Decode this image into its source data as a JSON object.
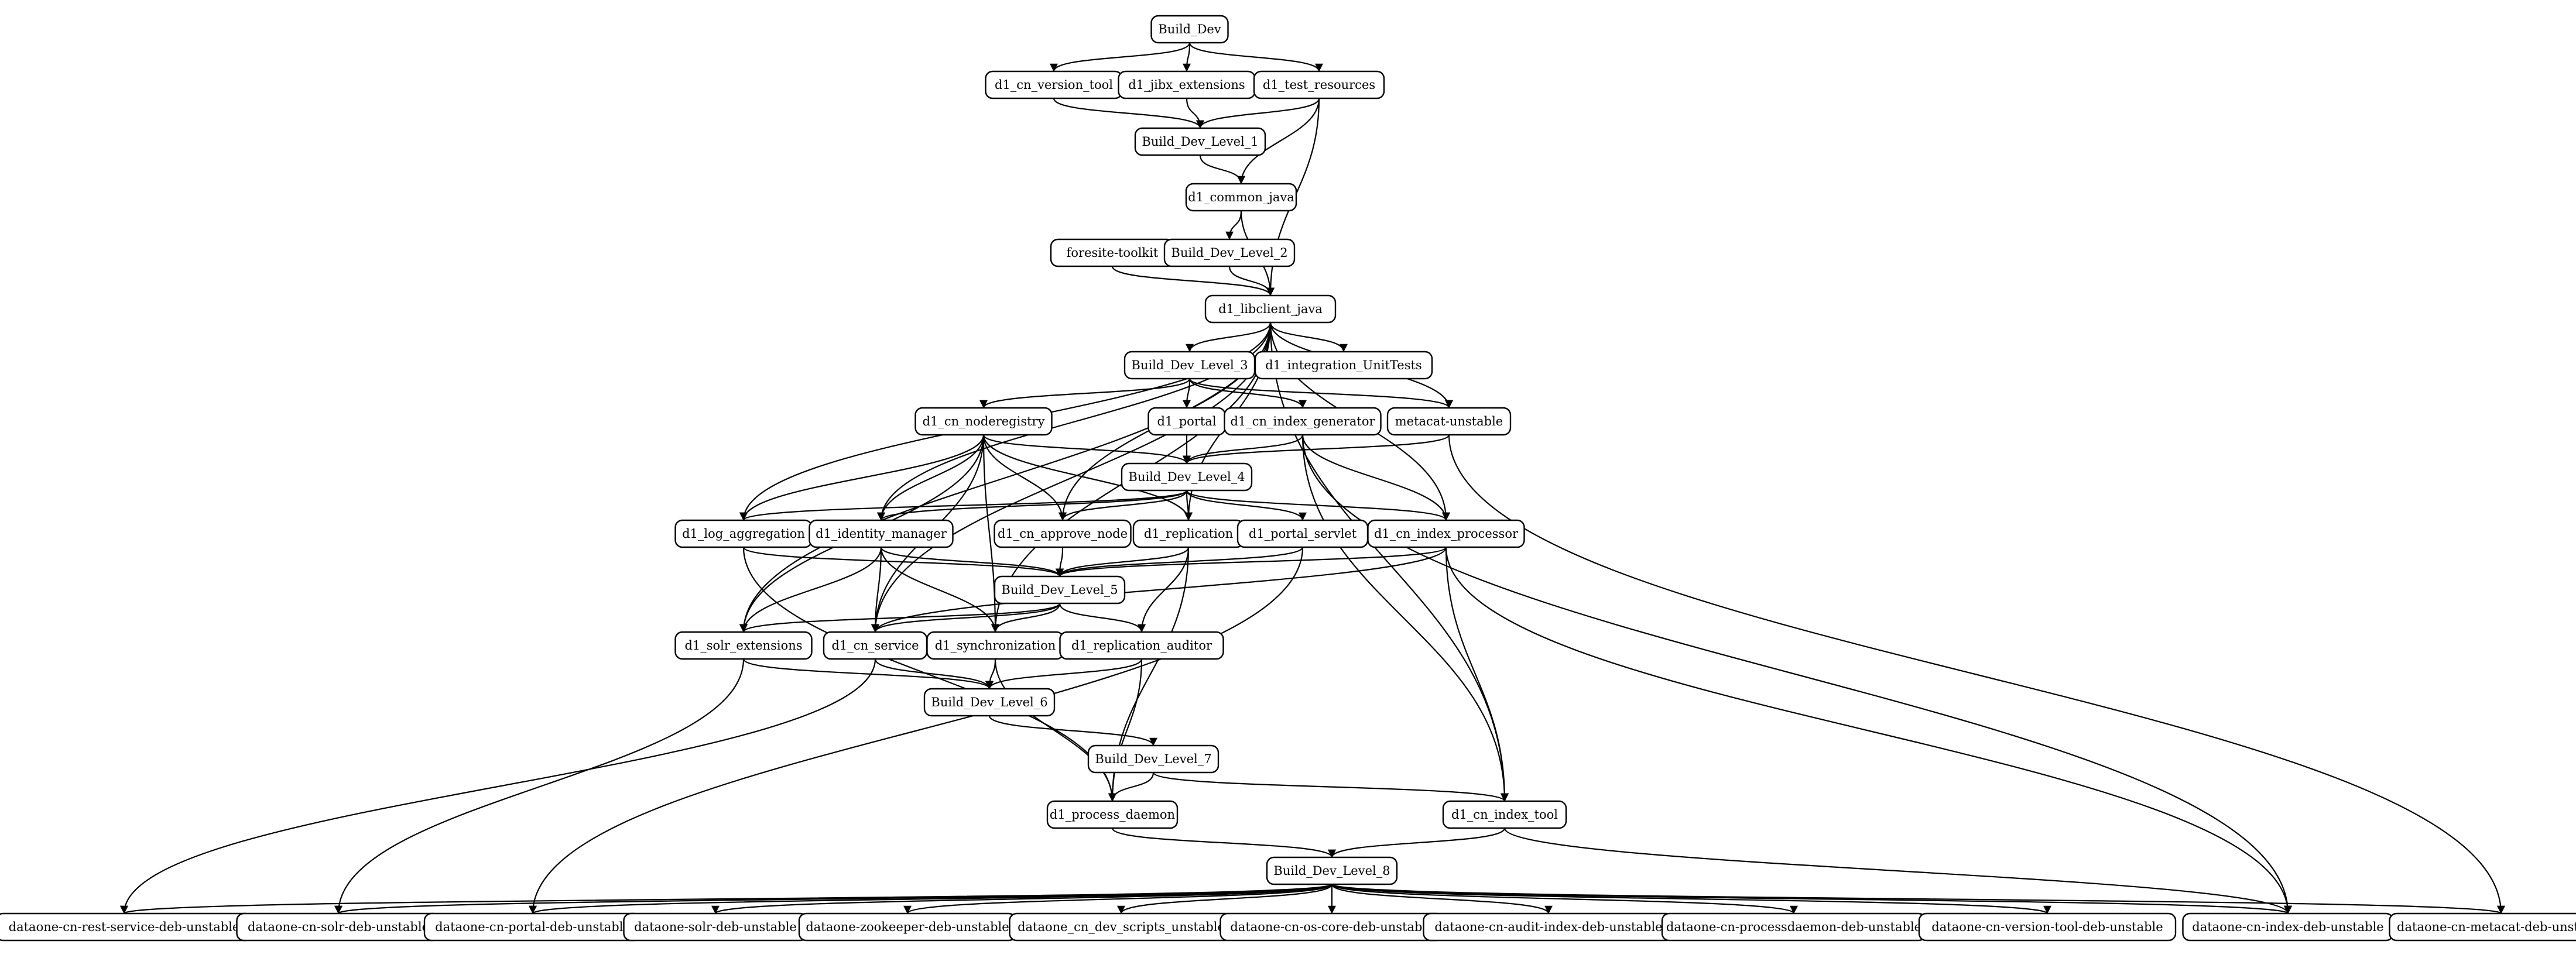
{
  "colors": {
    "background": "#ffffff",
    "stroke": "#000000",
    "text": "#000000"
  },
  "nodes": [
    {
      "id": "Build_Dev",
      "label": "Build_Dev"
    },
    {
      "id": "d1_cn_version_tool",
      "label": "d1_cn_version_tool"
    },
    {
      "id": "d1_jibx_extensions",
      "label": "d1_jibx_extensions"
    },
    {
      "id": "d1_test_resources",
      "label": "d1_test_resources"
    },
    {
      "id": "Build_Dev_Level_1",
      "label": "Build_Dev_Level_1"
    },
    {
      "id": "d1_common_java",
      "label": "d1_common_java"
    },
    {
      "id": "foresite-toolkit",
      "label": "foresite-toolkit"
    },
    {
      "id": "Build_Dev_Level_2",
      "label": "Build_Dev_Level_2"
    },
    {
      "id": "d1_libclient_java",
      "label": "d1_libclient_java"
    },
    {
      "id": "Build_Dev_Level_3",
      "label": "Build_Dev_Level_3"
    },
    {
      "id": "d1_integration_UnitTests",
      "label": "d1_integration_UnitTests"
    },
    {
      "id": "d1_cn_noderegistry",
      "label": "d1_cn_noderegistry"
    },
    {
      "id": "d1_portal",
      "label": "d1_portal"
    },
    {
      "id": "d1_cn_index_generator",
      "label": "d1_cn_index_generator"
    },
    {
      "id": "metacat-unstable",
      "label": "metacat-unstable"
    },
    {
      "id": "Build_Dev_Level_4",
      "label": "Build_Dev_Level_4"
    },
    {
      "id": "d1_log_aggregation",
      "label": "d1_log_aggregation"
    },
    {
      "id": "d1_identity_manager",
      "label": "d1_identity_manager"
    },
    {
      "id": "d1_cn_approve_node",
      "label": "d1_cn_approve_node"
    },
    {
      "id": "d1_replication",
      "label": "d1_replication"
    },
    {
      "id": "d1_portal_servlet",
      "label": "d1_portal_servlet"
    },
    {
      "id": "d1_cn_index_processor",
      "label": "d1_cn_index_processor"
    },
    {
      "id": "Build_Dev_Level_5",
      "label": "Build_Dev_Level_5"
    },
    {
      "id": "d1_solr_extensions",
      "label": "d1_solr_extensions"
    },
    {
      "id": "d1_cn_service",
      "label": "d1_cn_service"
    },
    {
      "id": "d1_synchronization",
      "label": "d1_synchronization"
    },
    {
      "id": "d1_replication_auditor",
      "label": "d1_replication_auditor"
    },
    {
      "id": "Build_Dev_Level_6",
      "label": "Build_Dev_Level_6"
    },
    {
      "id": "Build_Dev_Level_7",
      "label": "Build_Dev_Level_7"
    },
    {
      "id": "d1_process_daemon",
      "label": "d1_process_daemon"
    },
    {
      "id": "d1_cn_index_tool",
      "label": "d1_cn_index_tool"
    },
    {
      "id": "Build_Dev_Level_8",
      "label": "Build_Dev_Level_8"
    },
    {
      "id": "dataone-cn-rest-service-deb-unstable",
      "label": "dataone-cn-rest-service-deb-unstable"
    },
    {
      "id": "dataone-cn-solr-deb-unstable",
      "label": "dataone-cn-solr-deb-unstable"
    },
    {
      "id": "dataone-cn-portal-deb-unstable",
      "label": "dataone-cn-portal-deb-unstable"
    },
    {
      "id": "dataone-solr-deb-unstable",
      "label": "dataone-solr-deb-unstable"
    },
    {
      "id": "dataone-zookeeper-deb-unstable",
      "label": "dataone-zookeeper-deb-unstable"
    },
    {
      "id": "dataone_cn_dev_scripts_unstable",
      "label": "dataone_cn_dev_scripts_unstable"
    },
    {
      "id": "dataone-cn-os-core-deb-unstable",
      "label": "dataone-cn-os-core-deb-unstable"
    },
    {
      "id": "dataone-cn-audit-index-deb-unstable",
      "label": "dataone-cn-audit-index-deb-unstable"
    },
    {
      "id": "dataone-cn-processdaemon-deb-unstable",
      "label": "dataone-cn-processdaemon-deb-unstable"
    },
    {
      "id": "dataone-cn-version-tool-deb-unstable",
      "label": "dataone-cn-version-tool-deb-unstable"
    },
    {
      "id": "dataone-cn-index-deb-unstable",
      "label": "dataone-cn-index-deb-unstable"
    },
    {
      "id": "dataone-cn-metacat-deb-unstable",
      "label": "dataone-cn-metacat-deb-unstable"
    }
  ],
  "edges": [
    [
      "Build_Dev",
      "d1_cn_version_tool"
    ],
    [
      "Build_Dev",
      "d1_jibx_extensions"
    ],
    [
      "Build_Dev",
      "d1_test_resources"
    ],
    [
      "d1_cn_version_tool",
      "Build_Dev_Level_1"
    ],
    [
      "d1_jibx_extensions",
      "Build_Dev_Level_1"
    ],
    [
      "d1_test_resources",
      "Build_Dev_Level_1"
    ],
    [
      "d1_test_resources",
      "d1_common_java"
    ],
    [
      "d1_test_resources",
      "d1_libclient_java"
    ],
    [
      "Build_Dev_Level_1",
      "d1_common_java"
    ],
    [
      "d1_common_java",
      "Build_Dev_Level_2"
    ],
    [
      "d1_common_java",
      "d1_libclient_java"
    ],
    [
      "foresite-toolkit",
      "d1_libclient_java"
    ],
    [
      "Build_Dev_Level_2",
      "d1_libclient_java"
    ],
    [
      "d1_libclient_java",
      "Build_Dev_Level_3"
    ],
    [
      "d1_libclient_java",
      "d1_integration_UnitTests"
    ],
    [
      "d1_libclient_java",
      "metacat-unstable"
    ],
    [
      "d1_libclient_java",
      "d1_log_aggregation"
    ],
    [
      "d1_libclient_java",
      "d1_identity_manager"
    ],
    [
      "d1_libclient_java",
      "d1_cn_approve_node"
    ],
    [
      "d1_libclient_java",
      "d1_replication"
    ],
    [
      "d1_libclient_java",
      "d1_cn_index_processor"
    ],
    [
      "d1_libclient_java",
      "d1_solr_extensions"
    ],
    [
      "d1_libclient_java",
      "d1_cn_service"
    ],
    [
      "d1_libclient_java",
      "d1_synchronization"
    ],
    [
      "d1_libclient_java",
      "d1_cn_index_tool"
    ],
    [
      "Build_Dev_Level_3",
      "d1_cn_noderegistry"
    ],
    [
      "Build_Dev_Level_3",
      "d1_portal"
    ],
    [
      "Build_Dev_Level_3",
      "d1_cn_index_generator"
    ],
    [
      "Build_Dev_Level_3",
      "metacat-unstable"
    ],
    [
      "d1_cn_noderegistry",
      "Build_Dev_Level_4"
    ],
    [
      "d1_cn_noderegistry",
      "d1_log_aggregation"
    ],
    [
      "d1_cn_noderegistry",
      "d1_identity_manager"
    ],
    [
      "d1_cn_noderegistry",
      "d1_cn_approve_node"
    ],
    [
      "d1_cn_noderegistry",
      "d1_replication"
    ],
    [
      "d1_cn_noderegistry",
      "d1_solr_extensions"
    ],
    [
      "d1_cn_noderegistry",
      "d1_cn_service"
    ],
    [
      "d1_cn_noderegistry",
      "d1_synchronization"
    ],
    [
      "d1_portal",
      "Build_Dev_Level_4"
    ],
    [
      "d1_cn_index_generator",
      "Build_Dev_Level_4"
    ],
    [
      "d1_cn_index_generator",
      "d1_cn_index_processor"
    ],
    [
      "d1_cn_index_generator",
      "d1_cn_index_tool"
    ],
    [
      "d1_cn_index_generator",
      "dataone-cn-index-deb-unstable"
    ],
    [
      "metacat-unstable",
      "Build_Dev_Level_4"
    ],
    [
      "metacat-unstable",
      "dataone-cn-metacat-deb-unstable"
    ],
    [
      "Build_Dev_Level_4",
      "d1_log_aggregation"
    ],
    [
      "Build_Dev_Level_4",
      "d1_identity_manager"
    ],
    [
      "Build_Dev_Level_4",
      "d1_cn_approve_node"
    ],
    [
      "Build_Dev_Level_4",
      "d1_replication"
    ],
    [
      "Build_Dev_Level_4",
      "d1_portal_servlet"
    ],
    [
      "Build_Dev_Level_4",
      "d1_cn_index_processor"
    ],
    [
      "d1_log_aggregation",
      "Build_Dev_Level_5"
    ],
    [
      "d1_log_aggregation",
      "d1_process_daemon"
    ],
    [
      "d1_identity_manager",
      "Build_Dev_Level_5"
    ],
    [
      "d1_identity_manager",
      "d1_solr_extensions"
    ],
    [
      "d1_identity_manager",
      "d1_cn_service"
    ],
    [
      "d1_identity_manager",
      "d1_synchronization"
    ],
    [
      "d1_cn_approve_node",
      "Build_Dev_Level_5"
    ],
    [
      "d1_replication",
      "Build_Dev_Level_5"
    ],
    [
      "d1_replication",
      "d1_replication_auditor"
    ],
    [
      "d1_replication",
      "d1_process_daemon"
    ],
    [
      "d1_portal_servlet",
      "Build_Dev_Level_5"
    ],
    [
      "d1_portal_servlet",
      "dataone-cn-portal-deb-unstable"
    ],
    [
      "d1_cn_index_processor",
      "Build_Dev_Level_5"
    ],
    [
      "d1_cn_index_processor",
      "d1_cn_service"
    ],
    [
      "d1_cn_index_processor",
      "d1_cn_index_tool"
    ],
    [
      "d1_cn_index_processor",
      "dataone-cn-index-deb-unstable"
    ],
    [
      "Build_Dev_Level_5",
      "d1_solr_extensions"
    ],
    [
      "Build_Dev_Level_5",
      "d1_cn_service"
    ],
    [
      "Build_Dev_Level_5",
      "d1_synchronization"
    ],
    [
      "Build_Dev_Level_5",
      "d1_replication_auditor"
    ],
    [
      "d1_solr_extensions",
      "Build_Dev_Level_6"
    ],
    [
      "d1_solr_extensions",
      "dataone-cn-solr-deb-unstable"
    ],
    [
      "d1_cn_service",
      "Build_Dev_Level_6"
    ],
    [
      "d1_cn_service",
      "dataone-cn-rest-service-deb-unstable"
    ],
    [
      "d1_synchronization",
      "Build_Dev_Level_6"
    ],
    [
      "d1_synchronization",
      "d1_process_daemon"
    ],
    [
      "d1_replication_auditor",
      "Build_Dev_Level_6"
    ],
    [
      "d1_replication_auditor",
      "d1_process_daemon"
    ],
    [
      "Build_Dev_Level_6",
      "Build_Dev_Level_7"
    ],
    [
      "Build_Dev_Level_7",
      "d1_process_daemon"
    ],
    [
      "Build_Dev_Level_7",
      "d1_cn_index_tool"
    ],
    [
      "d1_process_daemon",
      "Build_Dev_Level_8"
    ],
    [
      "d1_cn_index_tool",
      "Build_Dev_Level_8"
    ],
    [
      "d1_cn_index_tool",
      "dataone-cn-index-deb-unstable"
    ],
    [
      "Build_Dev_Level_8",
      "dataone-cn-rest-service-deb-unstable"
    ],
    [
      "Build_Dev_Level_8",
      "dataone-cn-solr-deb-unstable"
    ],
    [
      "Build_Dev_Level_8",
      "dataone-cn-portal-deb-unstable"
    ],
    [
      "Build_Dev_Level_8",
      "dataone-solr-deb-unstable"
    ],
    [
      "Build_Dev_Level_8",
      "dataone-zookeeper-deb-unstable"
    ],
    [
      "Build_Dev_Level_8",
      "dataone_cn_dev_scripts_unstable"
    ],
    [
      "Build_Dev_Level_8",
      "dataone-cn-os-core-deb-unstable"
    ],
    [
      "Build_Dev_Level_8",
      "dataone-cn-audit-index-deb-unstable"
    ],
    [
      "Build_Dev_Level_8",
      "dataone-cn-processdaemon-deb-unstable"
    ],
    [
      "Build_Dev_Level_8",
      "dataone-cn-version-tool-deb-unstable"
    ],
    [
      "Build_Dev_Level_8",
      "dataone-cn-index-deb-unstable"
    ],
    [
      "Build_Dev_Level_8",
      "dataone-cn-metacat-deb-unstable"
    ]
  ]
}
